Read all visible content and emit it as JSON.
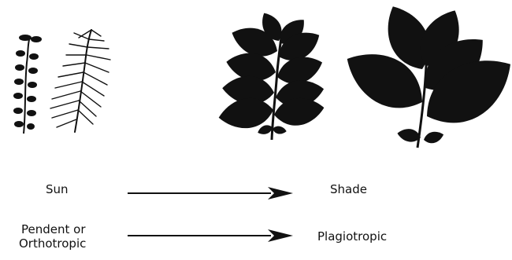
{
  "labels": {
    "sun": "Sun",
    "shade": "Shade",
    "pendent_line1": "Pendent or",
    "pendent_line2": "Orthotropic",
    "plagiotropic": "Plagiotropic"
  },
  "colors": {
    "ink": "#111111",
    "background": "#ffffff"
  }
}
